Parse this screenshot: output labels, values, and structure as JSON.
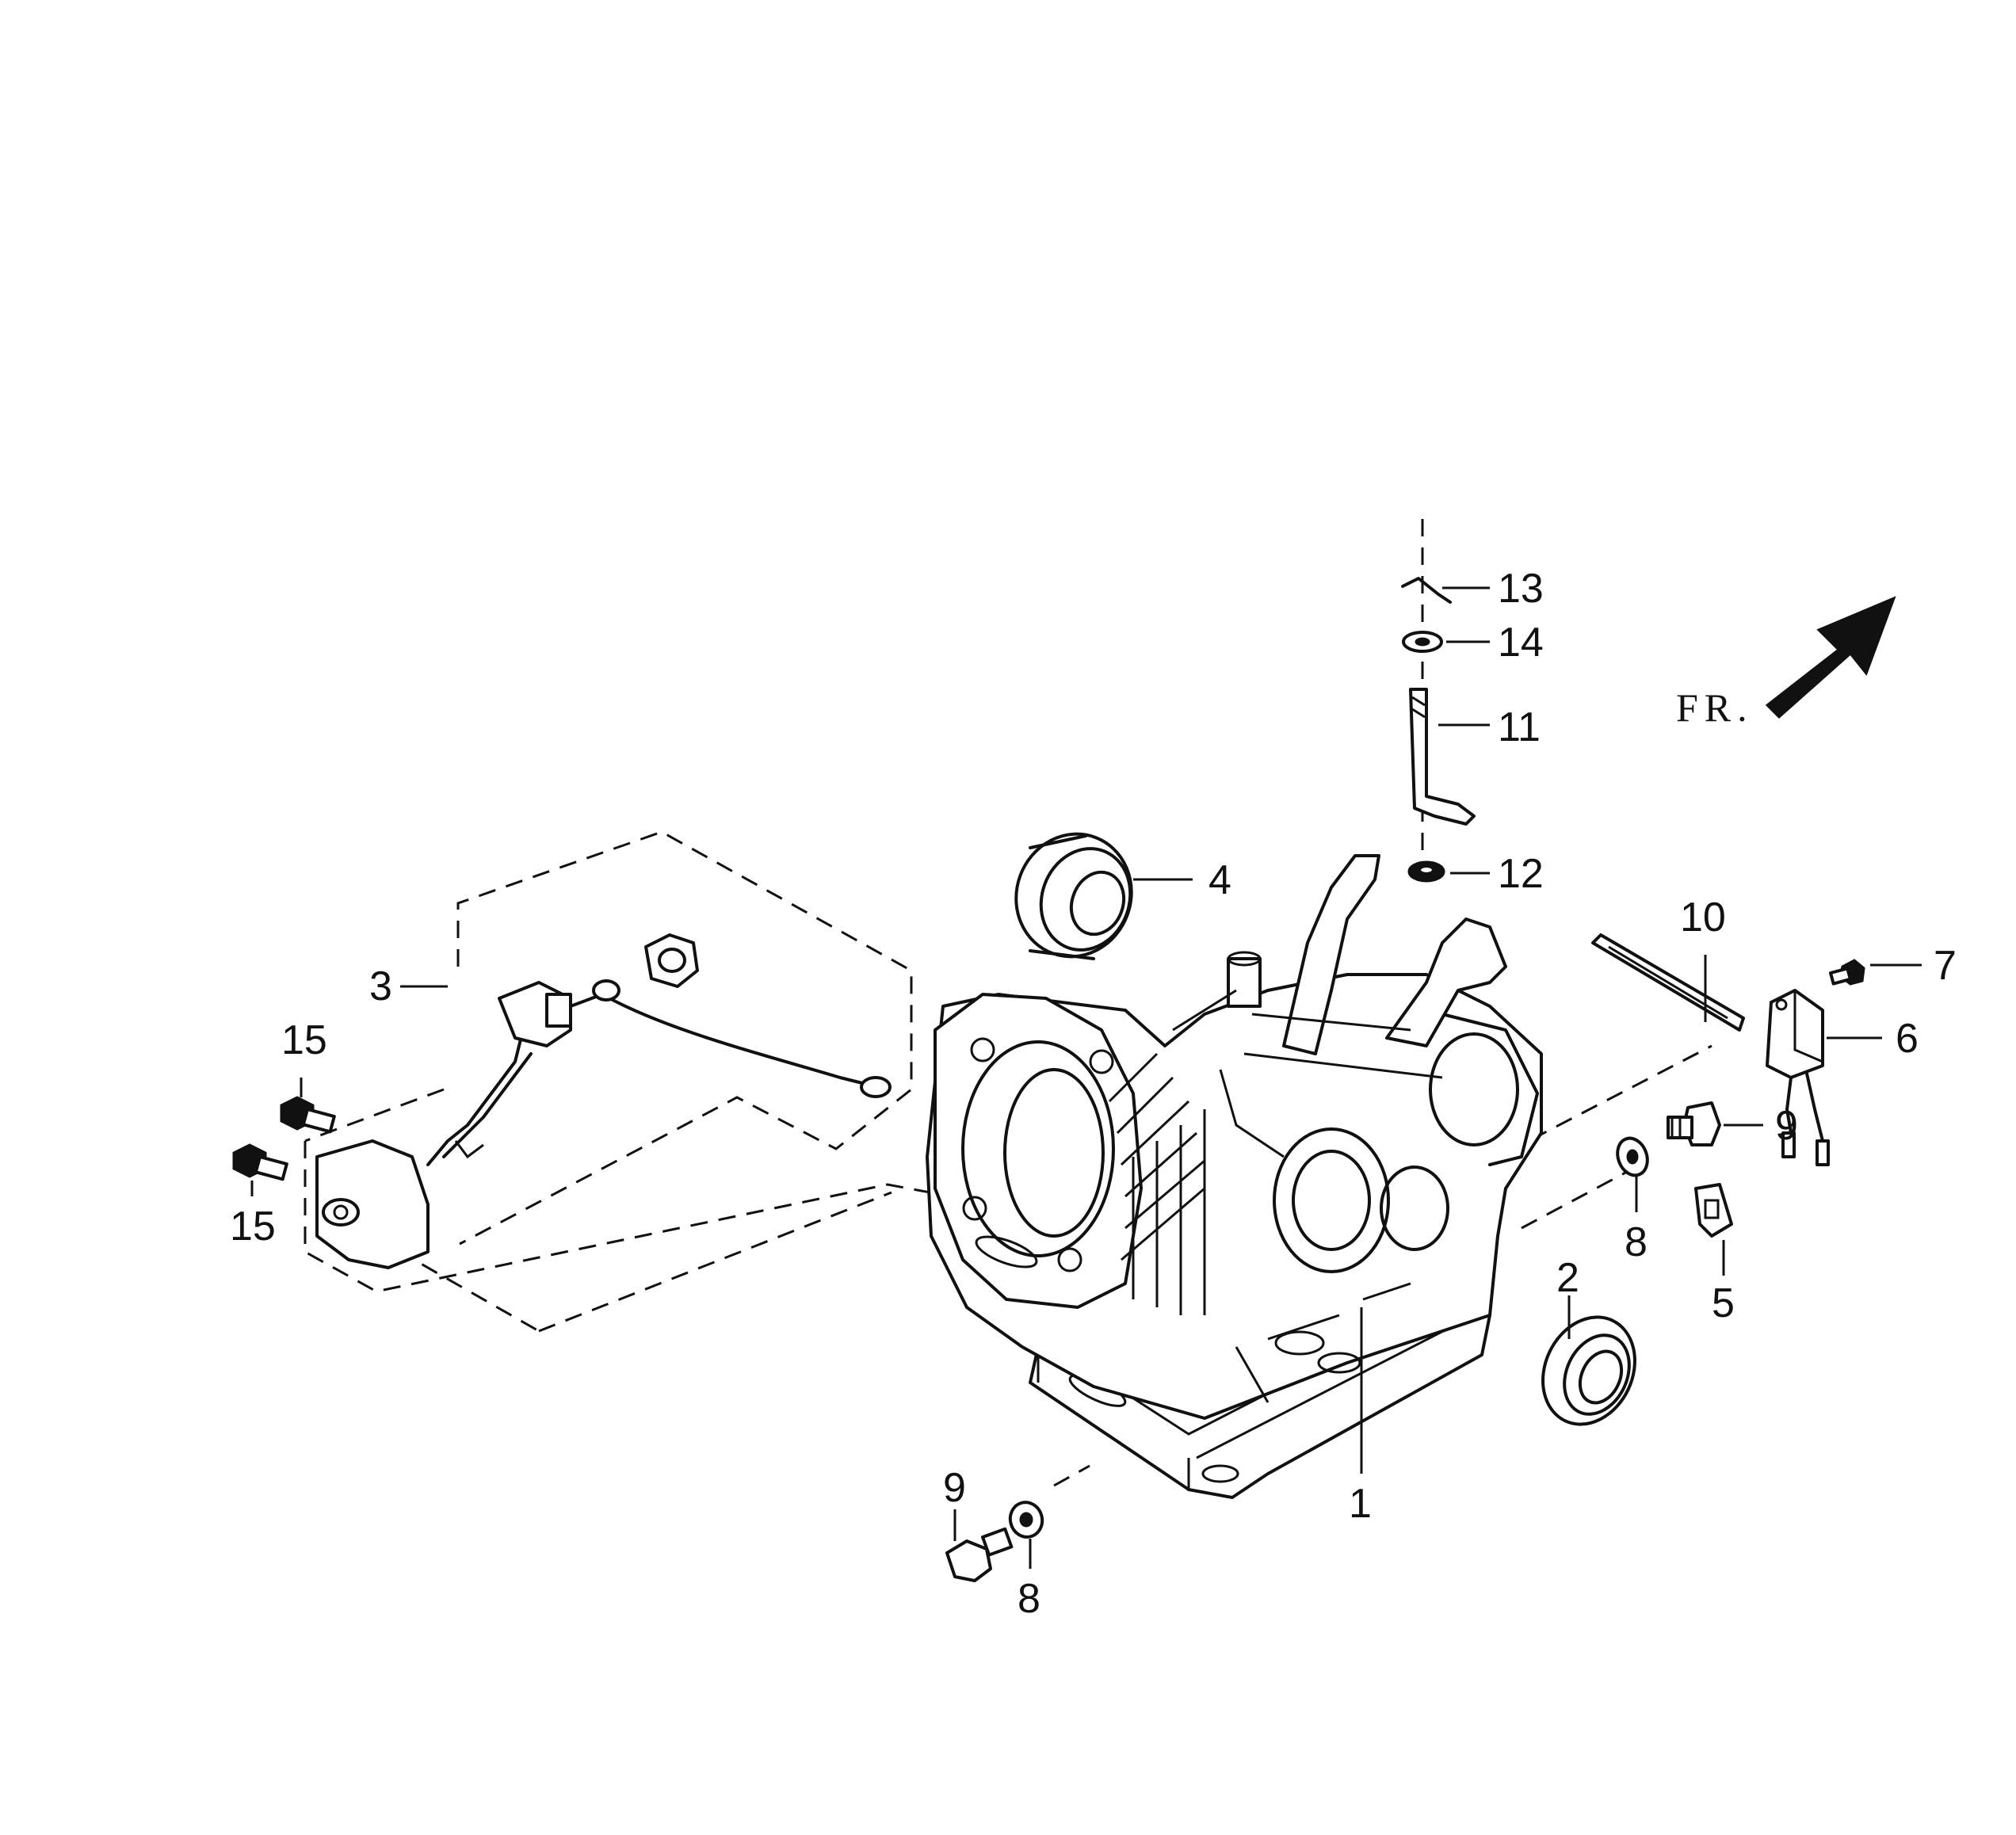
{
  "callouts": {
    "c1": "1",
    "c2": "2",
    "c3": "3",
    "c4": "4",
    "c5": "5",
    "c6": "6",
    "c7": "7",
    "c8a": "8",
    "c8b": "8",
    "c9a": "9",
    "c9b": "9",
    "c10": "10",
    "c11": "11",
    "c12": "12",
    "c13": "13",
    "c14": "14",
    "c15a": "15",
    "c15b": "15"
  },
  "direction": {
    "label": "FR.",
    "icon": "front-direction-arrow-icon"
  }
}
